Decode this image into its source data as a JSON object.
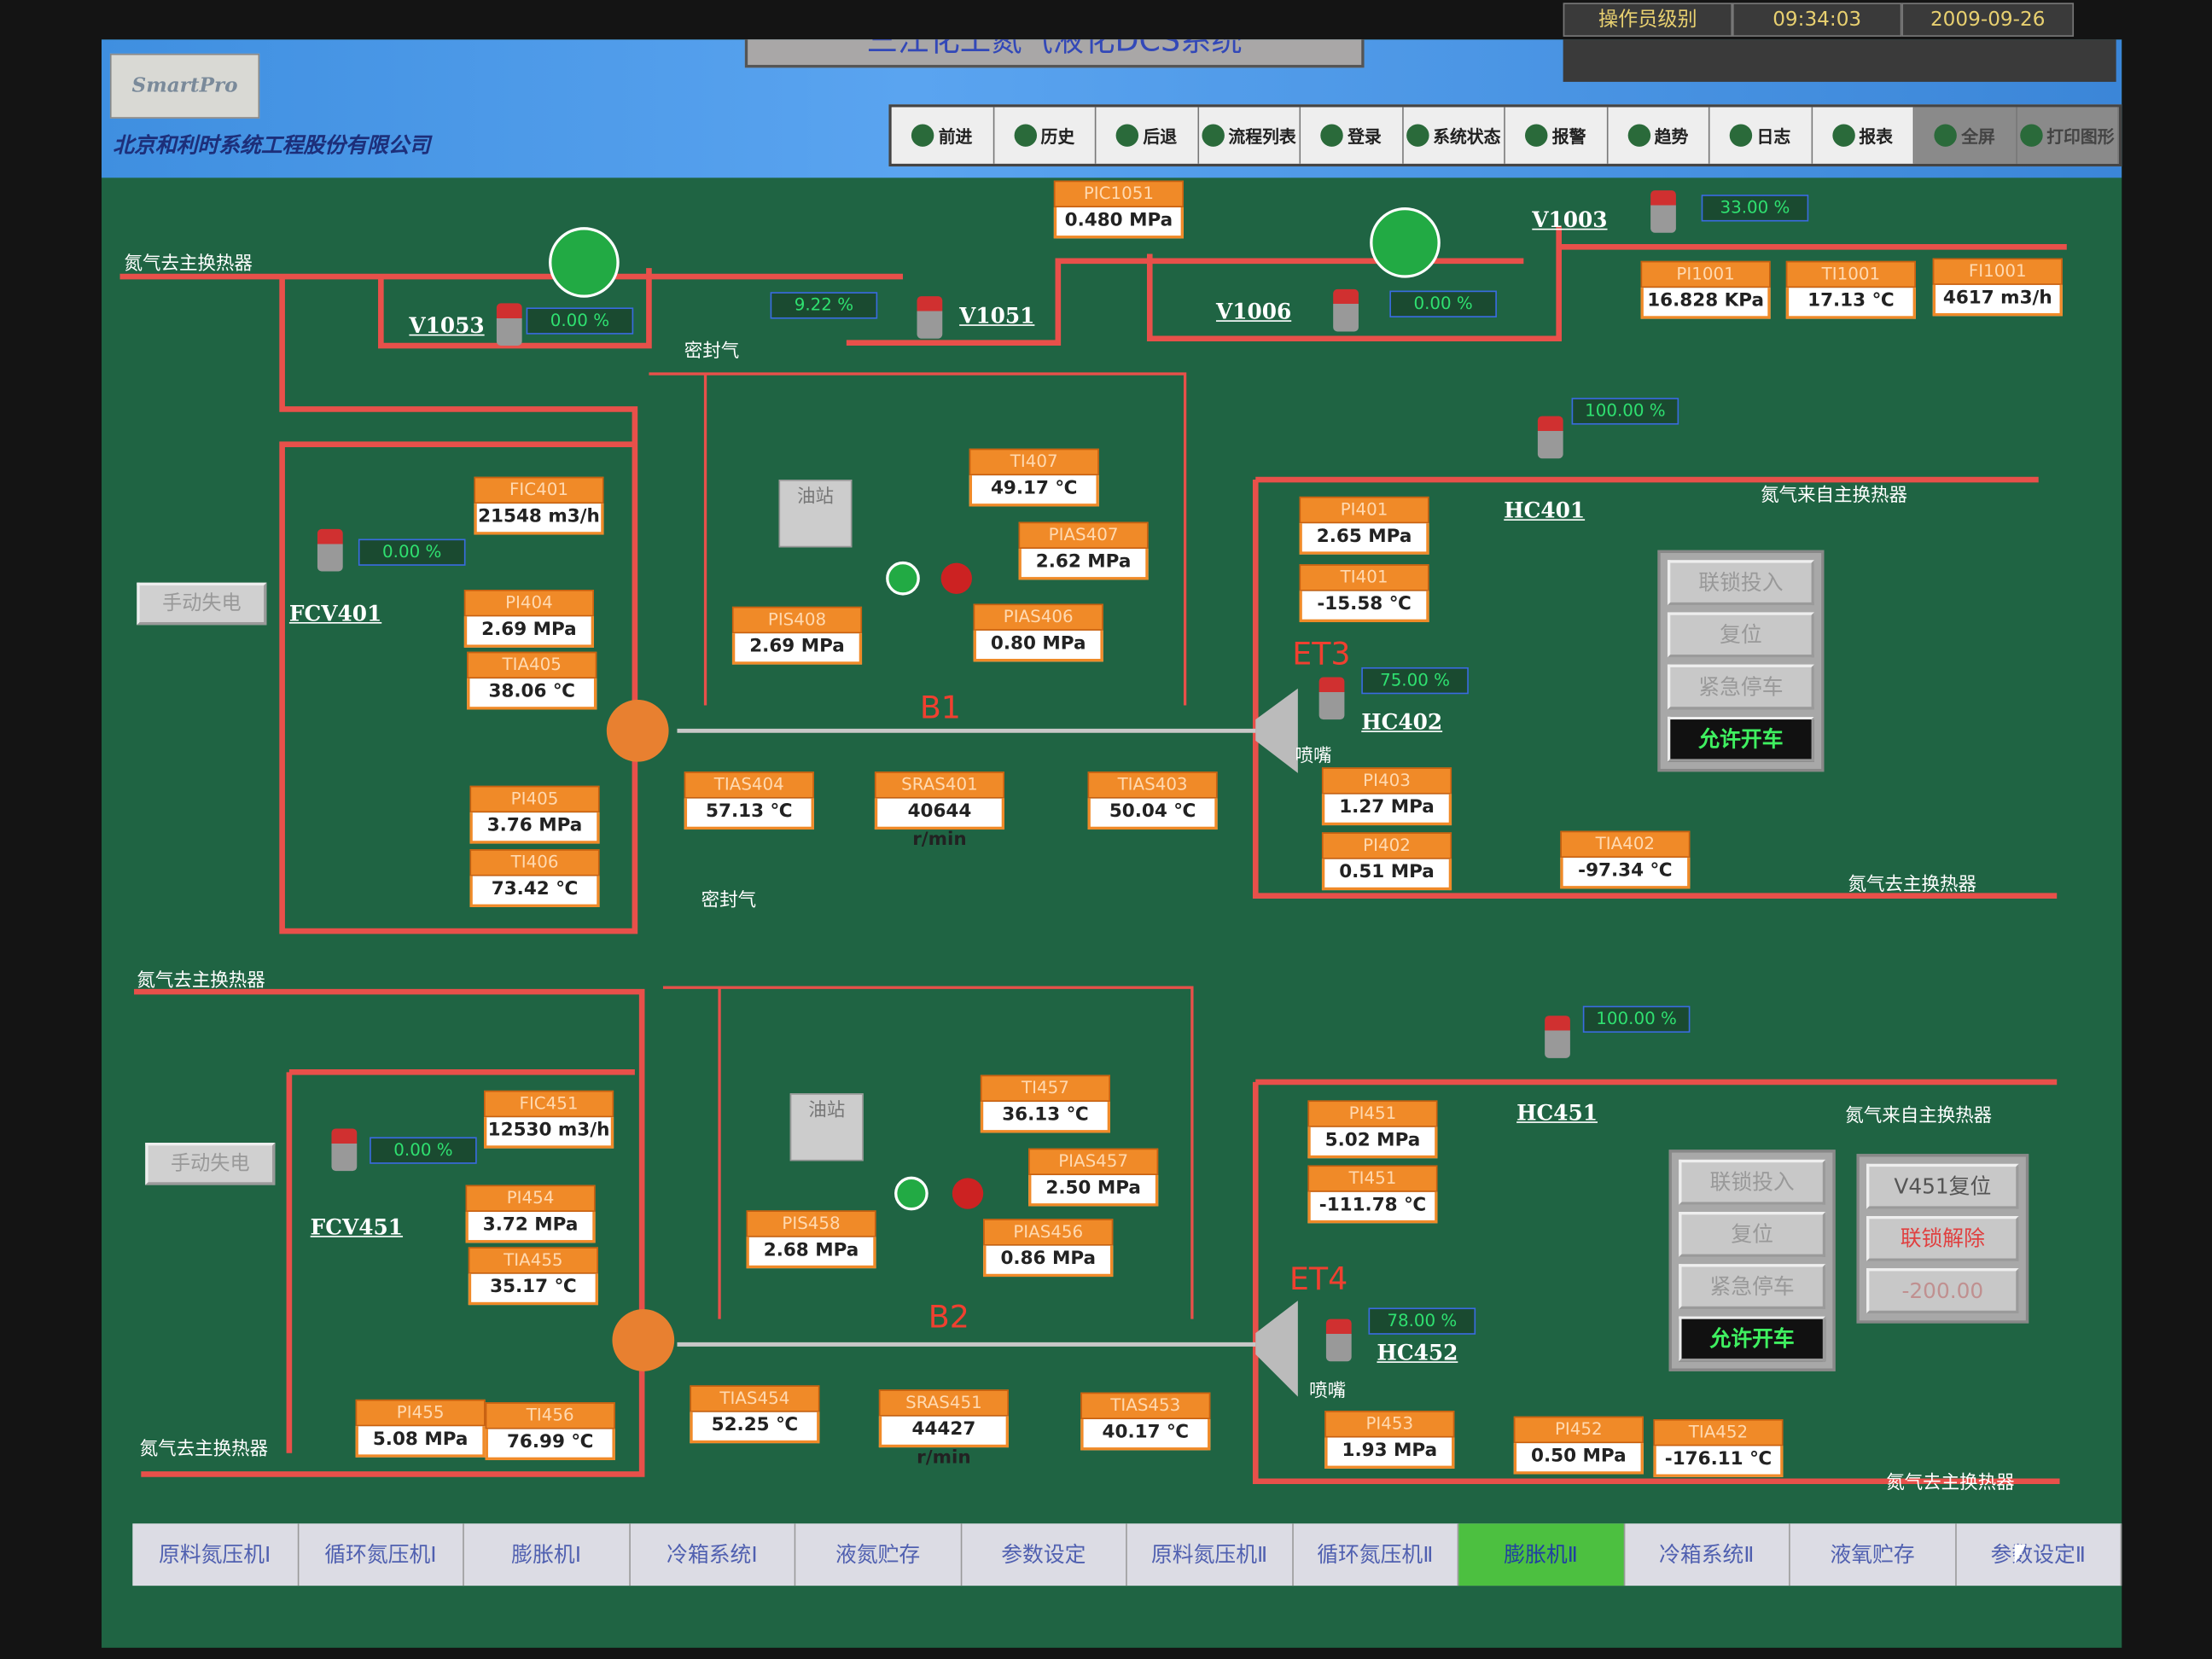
{
  "header": {
    "logo": "SmartPro",
    "company": "北京和利时系统工程股份有限公司",
    "title": "三江化工氮气液化DCS系统",
    "operator_level": "操作员级别",
    "time": "09:34:03",
    "date": "2009-09-26"
  },
  "toolbar": [
    {
      "label": "前进",
      "icon": "forward-icon"
    },
    {
      "label": "历史",
      "icon": "history-icon"
    },
    {
      "label": "后退",
      "icon": "back-icon"
    },
    {
      "label": "流程列表",
      "icon": "flow-list-icon"
    },
    {
      "label": "登录",
      "icon": "lock-icon"
    },
    {
      "label": "系统状态",
      "icon": "system-status-icon"
    },
    {
      "label": "报警",
      "icon": "alarm-icon"
    },
    {
      "label": "趋势",
      "icon": "trend-icon"
    },
    {
      "label": "日志",
      "icon": "log-icon"
    },
    {
      "label": "报表",
      "icon": "report-icon"
    },
    {
      "label": "全屏",
      "icon": "fullscreen-icon"
    },
    {
      "label": "打印图形",
      "icon": "print-icon"
    }
  ],
  "instruments": [
    {
      "tag": "PIC1051",
      "value": "0.480 MPa"
    },
    {
      "tag": "PI1001",
      "value": "16.828 KPa"
    },
    {
      "tag": "TI1001",
      "value": "17.13 ℃"
    },
    {
      "tag": "FI1001",
      "value": "4617 m3/h"
    },
    {
      "tag": "FIC401",
      "value": "21548 m3/h"
    },
    {
      "tag": "TI407",
      "value": "49.17 ℃"
    },
    {
      "tag": "PIAS407",
      "value": "2.62 MPa"
    },
    {
      "tag": "PI404",
      "value": "2.69 MPa"
    },
    {
      "tag": "TIA405",
      "value": "38.06 ℃"
    },
    {
      "tag": "PIS408",
      "value": "2.69 MPa"
    },
    {
      "tag": "PIAS406",
      "value": "0.80 MPa"
    },
    {
      "tag": "PI401",
      "value": "2.65 MPa"
    },
    {
      "tag": "TI401",
      "value": "-15.58 ℃"
    },
    {
      "tag": "TIAS404",
      "value": "57.13 ℃"
    },
    {
      "tag": "SRAS401",
      "value": "40644 r/min"
    },
    {
      "tag": "TIAS403",
      "value": "50.04 ℃"
    },
    {
      "tag": "PI405",
      "value": "3.76 MPa"
    },
    {
      "tag": "TI406",
      "value": "73.42 ℃"
    },
    {
      "tag": "PI403",
      "value": "1.27 MPa"
    },
    {
      "tag": "PI402",
      "value": "0.51 MPa"
    },
    {
      "tag": "TIA402",
      "value": "-97.34 ℃"
    },
    {
      "tag": "FIC451",
      "value": "12530 m3/h"
    },
    {
      "tag": "TI457",
      "value": "36.13 ℃"
    },
    {
      "tag": "PIAS457",
      "value": "2.50 MPa"
    },
    {
      "tag": "PI451",
      "value": "5.02 MPa"
    },
    {
      "tag": "TI451",
      "value": "-111.78 ℃"
    },
    {
      "tag": "PI454",
      "value": "3.72 MPa"
    },
    {
      "tag": "TIA455",
      "value": "35.17 ℃"
    },
    {
      "tag": "PIS458",
      "value": "2.68 MPa"
    },
    {
      "tag": "PIAS456",
      "value": "0.86 MPa"
    },
    {
      "tag": "TIAS454",
      "value": "52.25 ℃"
    },
    {
      "tag": "SRAS451",
      "value": "44427 r/min"
    },
    {
      "tag": "TIAS453",
      "value": "40.17 ℃"
    },
    {
      "tag": "PI455",
      "value": "5.08 MPa"
    },
    {
      "tag": "TI456",
      "value": "76.99 ℃"
    },
    {
      "tag": "PI453",
      "value": "1.93 MPa"
    },
    {
      "tag": "PI452",
      "value": "0.50 MPa"
    },
    {
      "tag": "TIA452",
      "value": "-176.11 ℃"
    }
  ],
  "valve_openings": [
    "0.00 %",
    "9.22 %",
    "0.00 %",
    "33.00 %",
    "100.00 %",
    "0.00 %",
    "75.00 %",
    "100.00 %",
    "0.00 %",
    "78.00 %"
  ],
  "valve_labels": [
    "V1053",
    "V1051",
    "V1006",
    "V1003",
    "HC401",
    "FCV401",
    "HC402",
    "HC451",
    "FCV451",
    "HC452"
  ],
  "big_labels": [
    "ET3",
    "ET4",
    "B1",
    "B2"
  ],
  "text_labels": [
    "氮气去主换热器",
    "氮气去主换热器",
    "氮气去主换热器",
    "氮气来自主换热器",
    "氮气来自主换热器",
    "氮气去主换热器",
    "氮气去主换热器",
    "密封气",
    "密封气",
    "喷嘴",
    "喷嘴",
    "油站",
    "油站"
  ],
  "manual_buttons": [
    "手动失电",
    "手动失电"
  ],
  "panel1": [
    "联锁投入",
    "复位",
    "紧急停车",
    "允许开车"
  ],
  "panel2": [
    "联锁投入",
    "复位",
    "紧急停车",
    "允许开车"
  ],
  "panel3": [
    "V451复位",
    "联锁解除",
    "-200.00"
  ],
  "tabs": [
    {
      "label": "原料氮压机Ⅰ"
    },
    {
      "label": "循环氮压机Ⅰ"
    },
    {
      "label": "膨胀机Ⅰ"
    },
    {
      "label": "冷箱系统Ⅰ"
    },
    {
      "label": "液氮贮存"
    },
    {
      "label": "参数设定"
    },
    {
      "label": "原料氮压机Ⅱ"
    },
    {
      "label": "循环氮压机Ⅱ"
    },
    {
      "label": "膨胀机Ⅱ",
      "active": true
    },
    {
      "label": "冷箱系统Ⅱ"
    },
    {
      "label": "液氧贮存"
    },
    {
      "label": "参数设定Ⅱ"
    }
  ],
  "colors": {
    "background": "#1f6443",
    "pipe": "#e8504a",
    "instrument_tag": "#f08a28",
    "valve_pct": "#2fe070"
  }
}
